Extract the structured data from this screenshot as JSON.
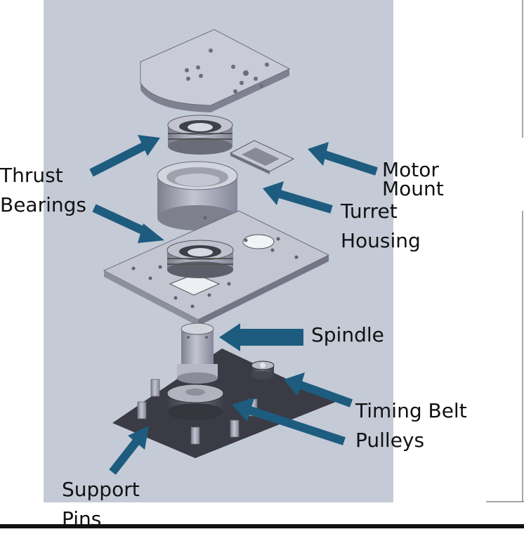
{
  "colors": {
    "backdrop": "#c5cad7",
    "arrow": "#1d5c7e",
    "part_light": "#c8cad6",
    "part_mid": "#9a9caa",
    "part_dark": "#4a4b55",
    "shadow": "#3a3b44"
  },
  "labels": {
    "thrust_bearings": [
      "Thrust",
      "Bearings"
    ],
    "motor_mount": [
      "Motor",
      "Mount"
    ],
    "turret_housing": [
      "Turret",
      "Housing"
    ],
    "spindle": "Spindle",
    "timing_belt_pulleys": [
      "Timing Belt",
      "Pulleys"
    ],
    "support_pins": [
      "Support",
      "Pins"
    ]
  }
}
